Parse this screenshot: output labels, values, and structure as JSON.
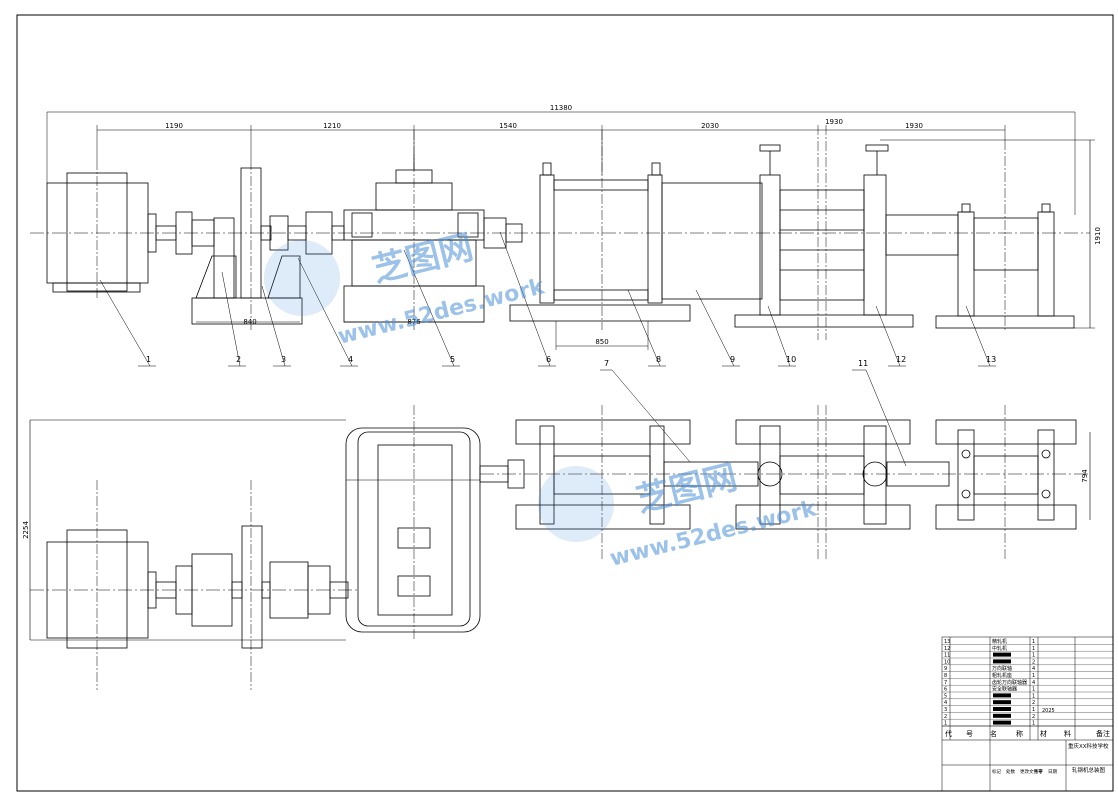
{
  "dimensions": {
    "overall": "11380",
    "d1": "1190",
    "d2": "1210",
    "d3": "1540",
    "d4": "2030",
    "d5": "1930",
    "d6": "1930",
    "height": "1910",
    "base1": "840",
    "base2": "876",
    "base3": "850",
    "plan_width": "2254",
    "plan_right": "794"
  },
  "part_labels": [
    "1",
    "2",
    "3",
    "4",
    "5",
    "6",
    "7",
    "8",
    "9",
    "10",
    "11",
    "12",
    "13"
  ],
  "watermarks": [
    {
      "cn": "芝图网",
      "url": "www.52des.work"
    },
    {
      "cn": "芝图网",
      "url": "www.52des.work"
    }
  ],
  "parts_table": {
    "rows": [
      {
        "no": "13",
        "name": "精轧机",
        "qty": "1"
      },
      {
        "no": "12",
        "name": "中轧机",
        "qty": "1"
      },
      {
        "no": "11",
        "name": "",
        "qty": "1"
      },
      {
        "no": "10",
        "name": "",
        "qty": "2"
      },
      {
        "no": "9",
        "name": "万向联轴",
        "qty": "4"
      },
      {
        "no": "8",
        "name": "粗轧机座",
        "qty": "1"
      },
      {
        "no": "7",
        "name": "齿轮万向联轴器",
        "qty": "4"
      },
      {
        "no": "6",
        "name": "安全联轴器",
        "qty": "1"
      },
      {
        "no": "5",
        "name": "",
        "qty": "1"
      },
      {
        "no": "4",
        "name": "",
        "qty": "2"
      },
      {
        "no": "3",
        "name": "",
        "qty": "1"
      },
      {
        "no": "2",
        "name": "",
        "qty": "2"
      },
      {
        "no": "1",
        "name": "",
        "qty": "1"
      }
    ],
    "material_note": "2025",
    "header": {
      "code": "代",
      "num": "号",
      "name": "名",
      "call": "称",
      "material": "材",
      "material2": "料",
      "note": "备注"
    }
  },
  "title_block": {
    "school": "重庆XX科技学校",
    "drawing_title": "轧钢机总装图",
    "labels": [
      "标记",
      "处数",
      "更改文件号",
      "签字",
      "日期"
    ]
  },
  "colors": {
    "line": "#000000",
    "watermark": "#4a8fd8"
  }
}
